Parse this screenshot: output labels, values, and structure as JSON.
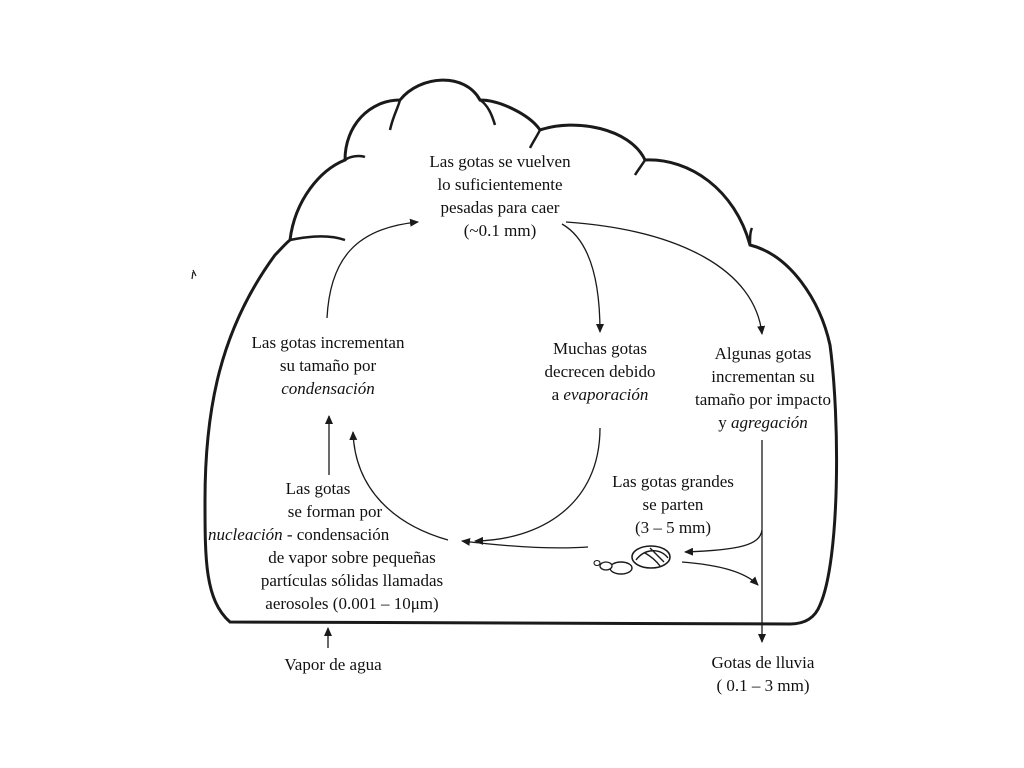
{
  "colors": {
    "line": "#1a1a1a",
    "background": "#ffffff"
  },
  "labels": {
    "top": {
      "line1": "Las gotas se vuelven",
      "line2": "lo suficientemente",
      "line3": "pesadas para caer",
      "line4": "(~0.1 mm)"
    },
    "condensation": {
      "line1": "Las gotas incrementan",
      "line2": "su tamaño por",
      "line3": "condensación"
    },
    "evaporation": {
      "line1": "Muchas gotas",
      "line2": "decrecen debido",
      "line3_prefix": "a ",
      "line3_italic": "evaporación"
    },
    "aggregation": {
      "line1": "Algunas gotas",
      "line2": "incrementan su",
      "line3": "tamaño por impacto",
      "line4_prefix": "y ",
      "line4_italic": "agregación"
    },
    "nucleation": {
      "line1": "Las gotas",
      "line2": "se forman por",
      "line3_italic": "nucleación",
      "line3_rest": " - condensación",
      "line4": "de vapor sobre pequeñas",
      "line5": "partículas sólidas llamadas",
      "line6": "aerosoles (0.001 – 10μm)"
    },
    "breakup": {
      "line1": "Las gotas grandes",
      "line2": "se parten",
      "line3": "(3 – 5 mm)"
    },
    "vapor": {
      "line1": "Vapor de agua"
    },
    "rain": {
      "line1": "Gotas de lluvia",
      "line2": "( 0.1 – 3 mm)"
    }
  }
}
